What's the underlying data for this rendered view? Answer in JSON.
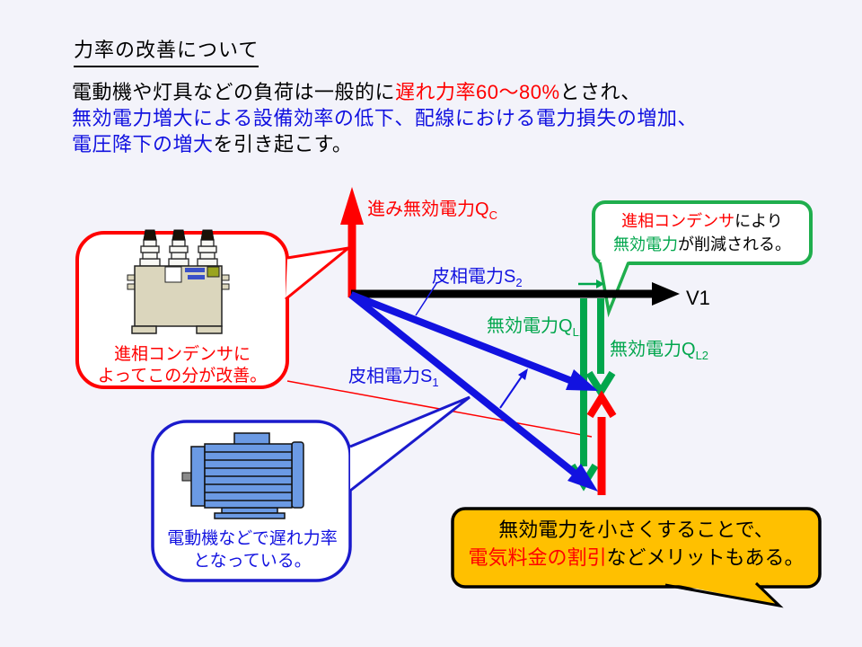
{
  "slide": {
    "title": "力率の改善について",
    "intro": {
      "line1_black": "電動機や灯具などの負荷は一般的に",
      "line1_red": "遅れ力率60～80%",
      "line1_black2": "とされ、",
      "line2_blue": "無効電力増大による設備効率の低下、配線における電力損失の増加、",
      "line3_blue": "電圧降下の増大",
      "line3_black": "を引き起こす。"
    }
  },
  "diagram": {
    "labels": {
      "qc": {
        "main": "進み無効電力Q",
        "sub": "C"
      },
      "s2": {
        "main": "皮相電力S",
        "sub": "2"
      },
      "s1": {
        "main": "皮相電力S",
        "sub": "1"
      },
      "ql1": {
        "main": "無効電力Q",
        "sub": "L1"
      },
      "ql2": {
        "main": "無効電力Q",
        "sub": "L2"
      },
      "v1": "V1"
    },
    "callouts": {
      "reduction": {
        "line1_red": "進相コンデンサ",
        "line1_black": "により",
        "line2_green": "無効電力",
        "line2_black": "が削減される。"
      },
      "capacitor": {
        "line1": "進相コンデンサに",
        "line2": "よってこの分が改善。"
      },
      "motor": {
        "line1": "電動機などで遅れ力率",
        "line2": "となっている。"
      },
      "merit": {
        "line1": "無効電力を小さくすることで、",
        "line2_red": "電気料金の割引",
        "line2_black": "などメリットもある。"
      }
    },
    "colors": {
      "red": "#FF0000",
      "blue": "#1212E0",
      "green": "#00A64C",
      "orange": "#FFC000",
      "background": "#F3F3FA"
    }
  }
}
